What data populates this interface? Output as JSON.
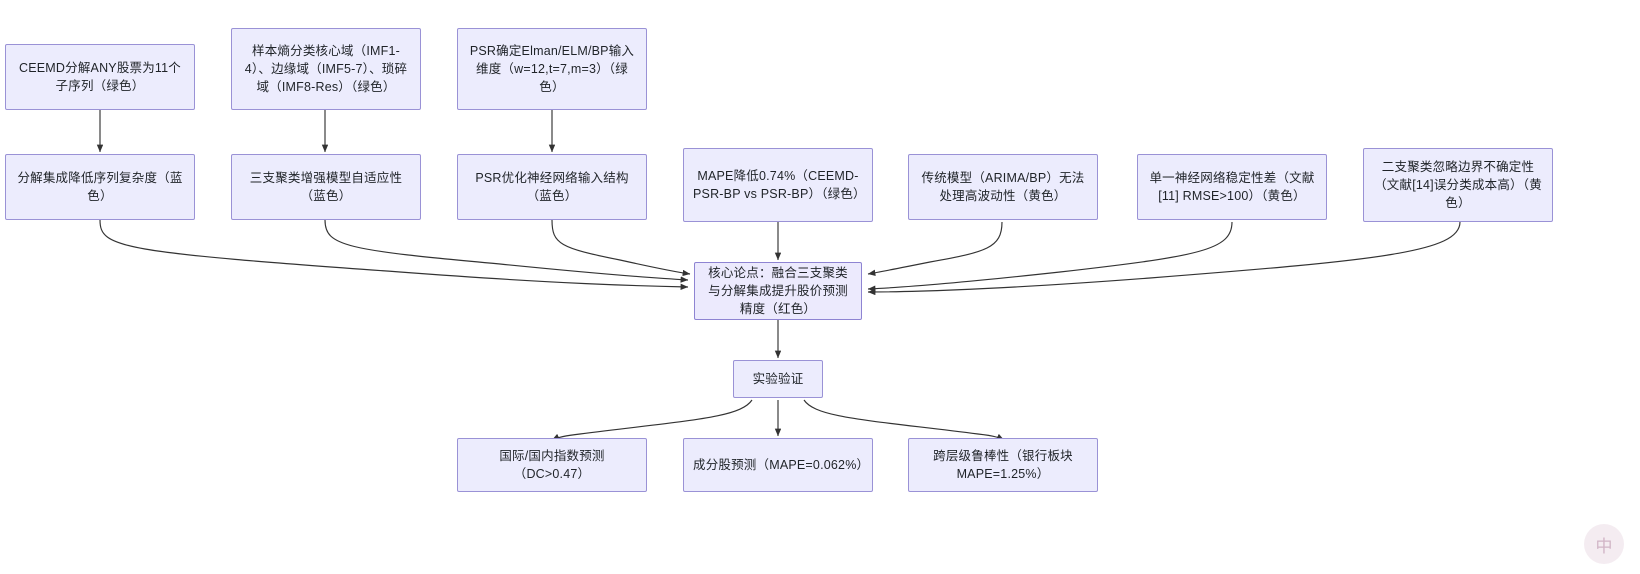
{
  "diagram": {
    "type": "flowchart",
    "title": "",
    "theme": {
      "node_fill": "#ececfd",
      "node_border": "#9a92d6",
      "edge_color": "#333333",
      "text_color": "#1f2328",
      "background": "#ffffff"
    },
    "nodes": [
      {
        "id": "n1",
        "label": "CEEMD分解ANY股票为11个子序列（绿色）",
        "group": "method-top",
        "color_tag": "绿色"
      },
      {
        "id": "n2",
        "label": "样本熵分类核心域（IMF1-4）、边缘域（IMF5-7）、琐碎域（IMF8-Res）（绿色）",
        "group": "method-top",
        "color_tag": "绿色"
      },
      {
        "id": "n3",
        "label": "PSR确定Elman/ELM/BP输入维度（w=12,t=7,m=3）（绿色）",
        "group": "method-top",
        "color_tag": "绿色"
      },
      {
        "id": "n4",
        "label": "分解集成降低序列复杂度（蓝色）",
        "group": "claim-mid",
        "color_tag": "蓝色"
      },
      {
        "id": "n5",
        "label": "三支聚类增强模型自适应性（蓝色）",
        "group": "claim-mid",
        "color_tag": "蓝色"
      },
      {
        "id": "n6",
        "label": "PSR优化神经网络输入结构（蓝色）",
        "group": "claim-mid",
        "color_tag": "蓝色"
      },
      {
        "id": "n7",
        "label": "MAPE降低0.74%（CEEMD-PSR-BP vs PSR-BP）（绿色）",
        "group": "evidence",
        "color_tag": "绿色"
      },
      {
        "id": "n8",
        "label": "传统模型（ARIMA/BP）无法处理高波动性（黄色）",
        "group": "gap",
        "color_tag": "黄色"
      },
      {
        "id": "n9",
        "label": "单一神经网络稳定性差（文献[11] RMSE>100）（黄色）",
        "group": "gap",
        "color_tag": "黄色"
      },
      {
        "id": "n10",
        "label": "二支聚类忽略边界不确定性（文献[14]误分类成本高）（黄色）",
        "group": "gap",
        "color_tag": "黄色"
      },
      {
        "id": "core",
        "label": "核心论点：融合三支聚类与分解集成提升股价预测精度（红色）",
        "group": "core",
        "color_tag": "红色"
      },
      {
        "id": "exp",
        "label": "实验验证",
        "group": "validation",
        "color_tag": ""
      },
      {
        "id": "r1",
        "label": "国际/国内指数预测（DC>0.47）",
        "group": "result",
        "color_tag": ""
      },
      {
        "id": "r2",
        "label": "成分股预测（MAPE=0.062%）",
        "group": "result",
        "color_tag": ""
      },
      {
        "id": "r3",
        "label": "跨层级鲁棒性（银行板块MAPE=1.25%）",
        "group": "result",
        "color_tag": ""
      }
    ],
    "edges": [
      {
        "from": "n1",
        "to": "n4"
      },
      {
        "from": "n2",
        "to": "n5"
      },
      {
        "from": "n3",
        "to": "n6"
      },
      {
        "from": "n4",
        "to": "core"
      },
      {
        "from": "n5",
        "to": "core"
      },
      {
        "from": "n6",
        "to": "core"
      },
      {
        "from": "n7",
        "to": "core"
      },
      {
        "from": "n8",
        "to": "core"
      },
      {
        "from": "n9",
        "to": "core"
      },
      {
        "from": "n10",
        "to": "core"
      },
      {
        "from": "core",
        "to": "exp"
      },
      {
        "from": "exp",
        "to": "r1"
      },
      {
        "from": "exp",
        "to": "r2"
      },
      {
        "from": "exp",
        "to": "r3"
      }
    ],
    "watermark": "中"
  }
}
